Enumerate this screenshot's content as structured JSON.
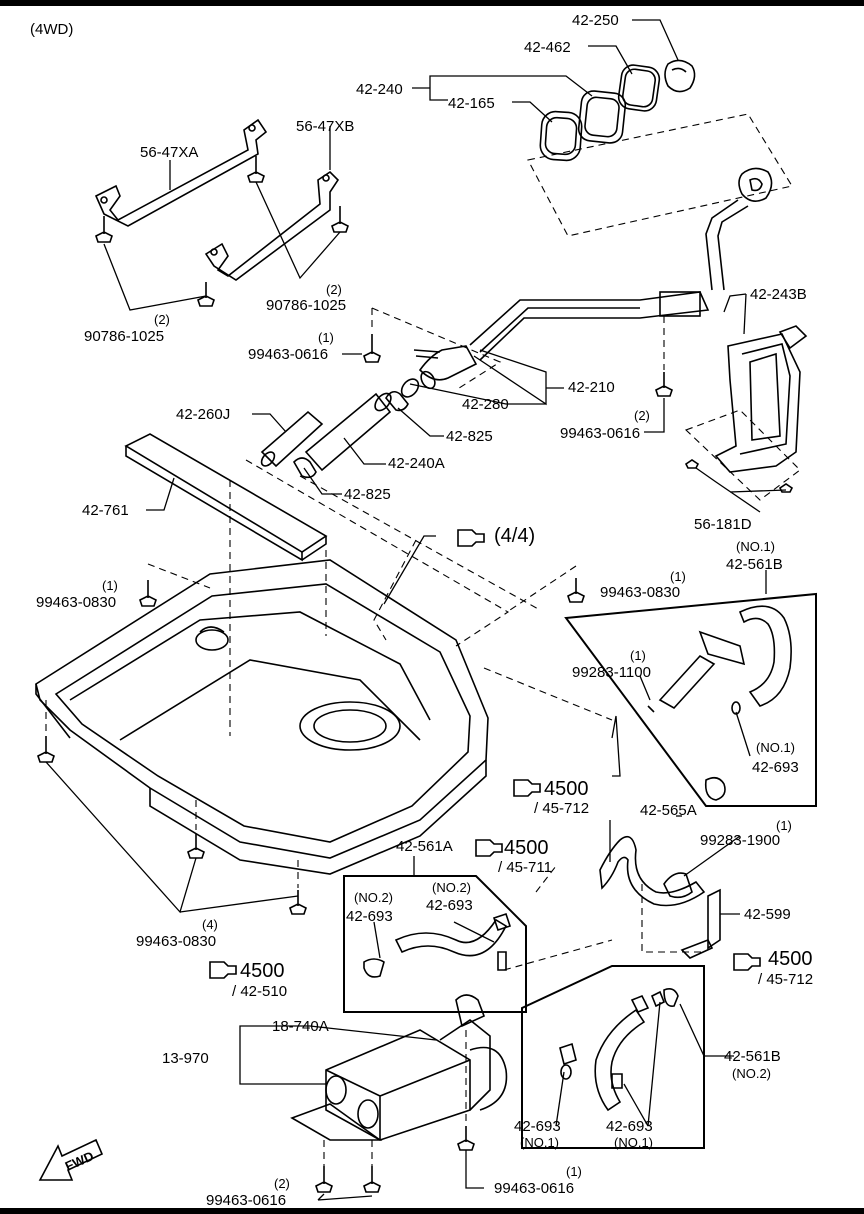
{
  "header": {
    "variant": "(4WD)"
  },
  "labels": {
    "l42_250": "42-250",
    "l42_462": "42-462",
    "l42_240": "42-240",
    "l42_165": "42-165",
    "l56_47XA": "56-47XA",
    "l56_47XB": "56-47XB",
    "q2_a": "(2)",
    "l90786_1025_a": "90786-1025",
    "q2_b": "(2)",
    "l90786_1025_b": "90786-1025",
    "q1_a": "(1)",
    "l99463_0616_a": "99463-0616",
    "l42_243B": "42-243B",
    "l42_210": "42-210",
    "l42_280": "42-280",
    "l42_825_a": "42-825",
    "l42_260J": "42-260J",
    "l42_240A": "42-240A",
    "q2_c": "(2)",
    "l99463_0616_b": "99463-0616",
    "l42_825_b": "42-825",
    "l42_761": "42-761",
    "l56_181D": "56-181D",
    "ref_4_4": "(4/4)",
    "no1_a": "(NO.1)",
    "l42_561B_a": "42-561B",
    "q1_b": "(1)",
    "l99463_0830_a": "99463-0830",
    "q1_c": "(1)",
    "l99463_0830_b": "99463-0830",
    "q1_d": "(1)",
    "l99283_1100": "99283-1100",
    "no1_b": "(NO.1)",
    "l42_693_a": "42-693",
    "ref4500_a": "4500",
    "sub45_712_a": "/ 45-712",
    "l42_565A": "42-565A",
    "q1_e": "(1)",
    "l99283_1900": "99283-1900",
    "l42_561A": "42-561A",
    "ref4500_b": "4500",
    "sub45_711": "/ 45-711",
    "l42_599": "42-599",
    "no2_a": "(NO.2)",
    "l42_693_b": "42-693",
    "no2_b": "(NO.2)",
    "l42_693_c": "42-693",
    "q4": "(4)",
    "l99463_0830_c": "99463-0830",
    "ref4500_c": "4500",
    "sub42_510": "/ 42-510",
    "ref4500_d": "4500",
    "sub45_712_b": "/ 45-712",
    "l18_740A": "18-740A",
    "l13_970": "13-970",
    "l42_561B_b": "42-561B",
    "no2_c": "(NO.2)",
    "l42_693_d": "42-693",
    "no1_c": "(NO.1)",
    "l42_693_e": "42-693",
    "no1_d": "(NO.1)",
    "fwd": "FWD",
    "q1_f": "(1)",
    "l99463_0616_c": "99463-0616",
    "q2_d": "(2)",
    "l99463_0616_d": "99463-0616"
  },
  "icons": [
    "fwd-arrow-icon",
    "reference-hand-icon"
  ]
}
